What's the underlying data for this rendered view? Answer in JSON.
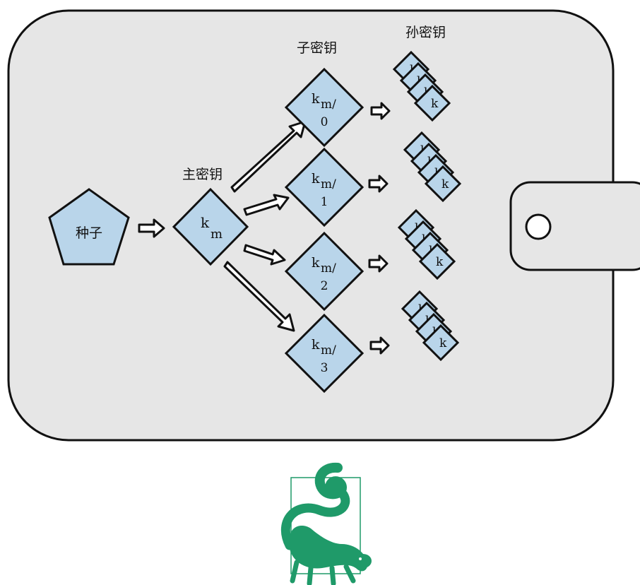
{
  "labels": {
    "seed": "种子",
    "master_key": "主密钥",
    "child_keys": "子密钥",
    "grandchild_keys": "孙密钥"
  },
  "keys": {
    "master": {
      "k": "k",
      "sub": "m"
    },
    "children": [
      {
        "k": "k",
        "sub": "m/",
        "index": "0"
      },
      {
        "k": "k",
        "sub": "m/",
        "index": "1"
      },
      {
        "k": "k",
        "sub": "m/",
        "index": "2"
      },
      {
        "k": "k",
        "sub": "m/",
        "index": "3"
      }
    ],
    "grandchild_label": "k"
  },
  "colors": {
    "wallet_fill": "#e6e6e6",
    "key_fill": "#b9d5ea",
    "outline": "#111111",
    "logo_green": "#1f9a69"
  },
  "icons": {
    "logo": "lemur-logo",
    "clasp": "wallet-clasp"
  }
}
